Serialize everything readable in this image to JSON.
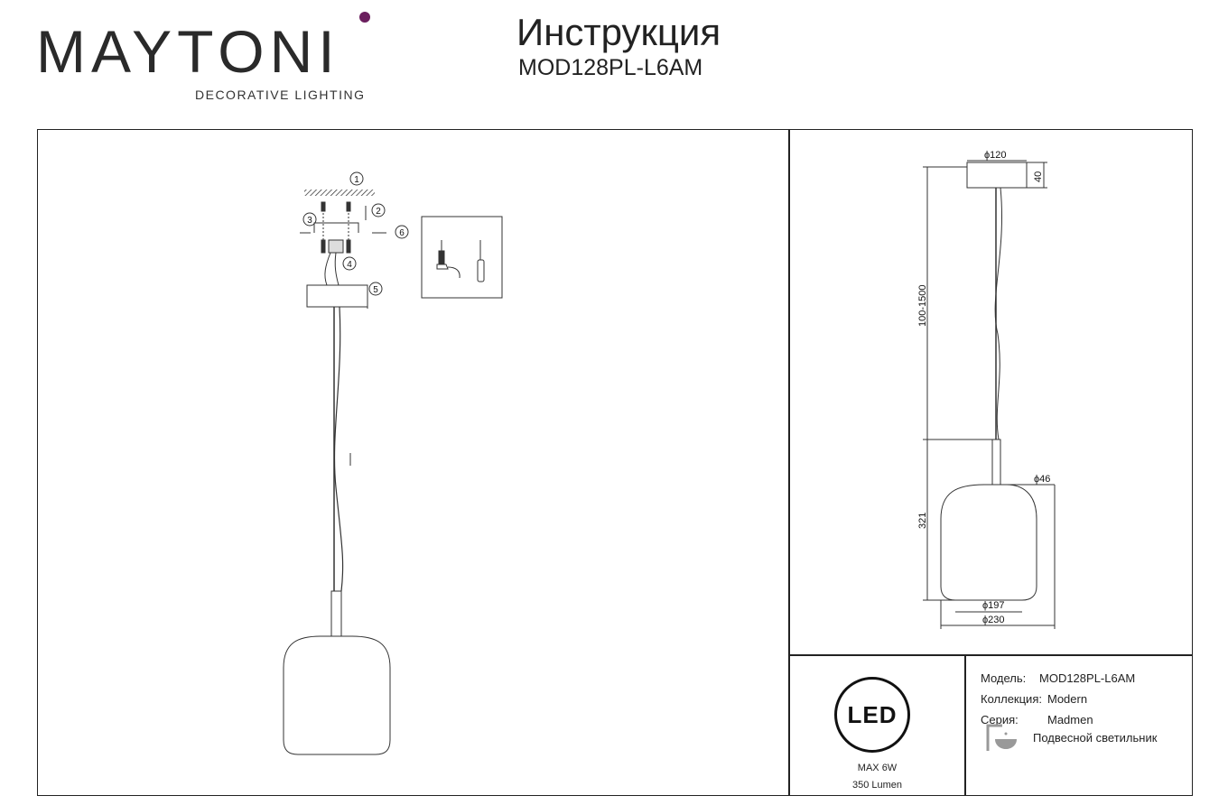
{
  "brand": {
    "name": "MAYTONI",
    "tagline": "DECORATIVE LIGHTING",
    "accent": "#6b1f5e"
  },
  "header": {
    "title": "Инструкция",
    "model": "MOD128PL-L6AM"
  },
  "installation": {
    "steps": [
      "1",
      "2",
      "3",
      "4",
      "5",
      "6"
    ]
  },
  "dimensions": {
    "plate_diameter": "ϕ120",
    "plate_height": "40",
    "cord_length": "100-1500",
    "stem_diameter": "ϕ46",
    "shade_height": "321",
    "opening_diameter": "ϕ197",
    "shade_diameter": "ϕ230"
  },
  "led": {
    "logo": "LED",
    "power": "MAX 6W",
    "flux": "350 Lumen"
  },
  "specs": {
    "model_label": "Модель:",
    "model_value": "MOD128PL-L6AM",
    "collection_label": "Коллекция:",
    "collection_value": "Modern",
    "series_label": "Серия:",
    "series_value": "Madmen",
    "type": "Подвесной светильник"
  }
}
